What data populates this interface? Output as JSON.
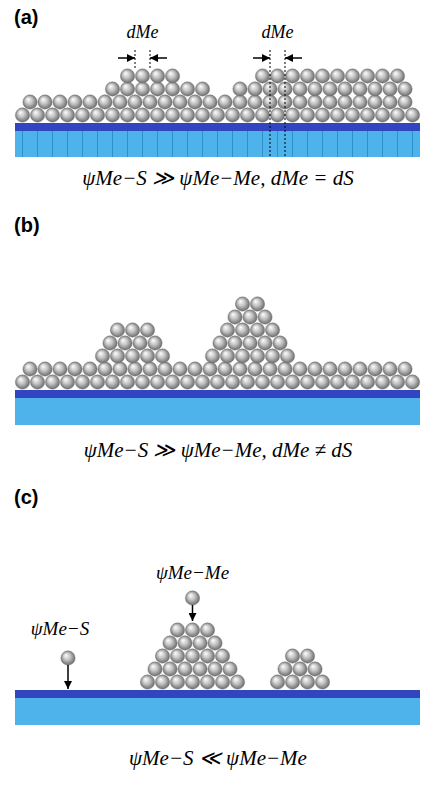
{
  "diagram": {
    "labels": [
      "(a)",
      "dMe",
      "dMe",
      "ψMe−S ≫ ψMe−Me, dMe = dS",
      "(b)",
      "ψMe−S ≫ ψMe−Me, dMe ≠ dS",
      "(c)",
      "ψMe−Me",
      "ψMe−S",
      "ψMe−S ≪ ψMe−Me"
    ]
  }
}
